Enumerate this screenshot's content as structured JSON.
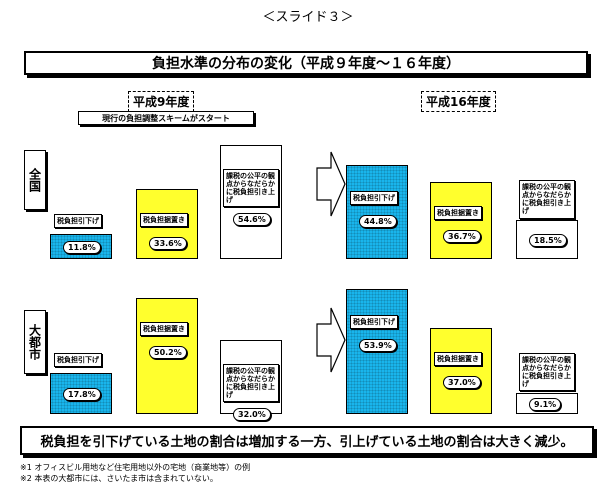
{
  "slide_label": "＜スライド３＞",
  "title": "負担水準の分布の変化（平成９年度～１６年度）",
  "periods": [
    "平成9年度",
    "平成16年度"
  ],
  "note_box": "現行の負担調整スキームがスタート",
  "conclusion": "税負担を引下げている土地の割合は増加する一方、引上げている土地の割合は大きく減少。",
  "footnotes": [
    "※1  オフィスビル用地など住宅用地以外の宅地（商業地等）の例",
    "※2  本表の大都市には、さいたま市は含まれていない。"
  ],
  "colors": {
    "reduce": "#19B5EC",
    "maintain": "#FFFF2D",
    "increase": "#FFFFFF"
  },
  "chart_data": [
    {
      "type": "bar",
      "region": "全国",
      "categories": [
        "平成9年度",
        "平成16年度"
      ],
      "series": [
        {
          "name": "税負担引下げ",
          "values": [
            11.8,
            44.8
          ]
        },
        {
          "name": "税負担据置き",
          "values": [
            33.6,
            36.7
          ]
        },
        {
          "name": "課税の公平の観点からなだらかに税負担引き上げ",
          "values": [
            54.6,
            18.5
          ]
        }
      ],
      "unit": "%"
    },
    {
      "type": "bar",
      "region": "大都市",
      "categories": [
        "平成9年度",
        "平成16年度"
      ],
      "series": [
        {
          "name": "税負担引下げ",
          "values": [
            17.8,
            53.9
          ]
        },
        {
          "name": "税負担据置き",
          "values": [
            50.2,
            37.0
          ]
        },
        {
          "name": "課税の公平の観点からなだらかに税負担引き上げ",
          "values": [
            32.0,
            9.1
          ]
        }
      ],
      "unit": "%"
    }
  ]
}
